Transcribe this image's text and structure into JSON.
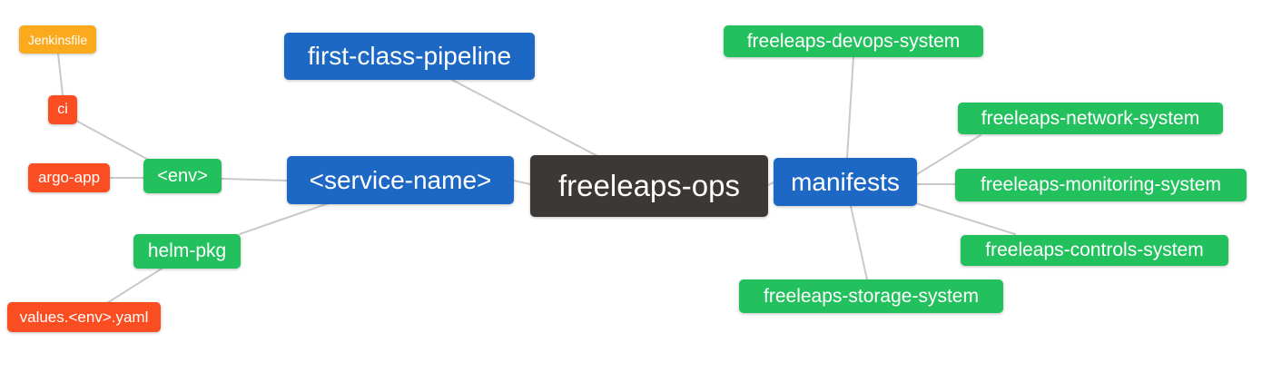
{
  "palette": {
    "root_bg": "#3b3835",
    "level1_bg": "#1e68c5",
    "level2_bg": "#23c05e",
    "level3_bg": "#fb4d22",
    "level4_bg": "#fbaa1d",
    "node_text": "#ffffff",
    "edge_line": "#c9c9c9",
    "background": "#ffffff"
  },
  "nodes": [
    {
      "id": "freeleaps-ops",
      "label": "freeleaps-ops",
      "level": "root"
    },
    {
      "id": "first-class-pipeline",
      "label": "first-class-pipeline",
      "level": "1"
    },
    {
      "id": "service-name",
      "label": "<service-name>",
      "level": "1"
    },
    {
      "id": "manifests",
      "label": "manifests",
      "level": "1"
    },
    {
      "id": "env",
      "label": "<env>",
      "level": "2"
    },
    {
      "id": "helm-pkg",
      "label": "helm-pkg",
      "level": "2"
    },
    {
      "id": "ci",
      "label": "ci",
      "level": "3"
    },
    {
      "id": "argo-app",
      "label": "argo-app",
      "level": "3"
    },
    {
      "id": "jenkinsfile",
      "label": "Jenkinsfile",
      "level": "4"
    },
    {
      "id": "values-env-yaml",
      "label": "values.<env>.yaml",
      "level": "3"
    },
    {
      "id": "freeleaps-devops-system",
      "label": "freeleaps-devops-system",
      "level": "2"
    },
    {
      "id": "freeleaps-network-system",
      "label": "freeleaps-network-system",
      "level": "2"
    },
    {
      "id": "freeleaps-monitoring-system",
      "label": "freeleaps-monitoring-system",
      "level": "2"
    },
    {
      "id": "freeleaps-controls-system",
      "label": "freeleaps-controls-system",
      "level": "2"
    },
    {
      "id": "freeleaps-storage-system",
      "label": "freeleaps-storage-system",
      "level": "2"
    }
  ],
  "edges": [
    {
      "from": "jenkinsfile",
      "to": "ci"
    },
    {
      "from": "ci",
      "to": "env"
    },
    {
      "from": "argo-app",
      "to": "env"
    },
    {
      "from": "env",
      "to": "service-name"
    },
    {
      "from": "helm-pkg",
      "to": "service-name"
    },
    {
      "from": "values-env-yaml",
      "to": "helm-pkg"
    },
    {
      "from": "first-class-pipeline",
      "to": "freeleaps-ops"
    },
    {
      "from": "service-name",
      "to": "freeleaps-ops"
    },
    {
      "from": "freeleaps-ops",
      "to": "manifests"
    },
    {
      "from": "manifests",
      "to": "freeleaps-devops-system"
    },
    {
      "from": "manifests",
      "to": "freeleaps-network-system"
    },
    {
      "from": "manifests",
      "to": "freeleaps-monitoring-system"
    },
    {
      "from": "manifests",
      "to": "freeleaps-controls-system"
    },
    {
      "from": "manifests",
      "to": "freeleaps-storage-system"
    }
  ]
}
